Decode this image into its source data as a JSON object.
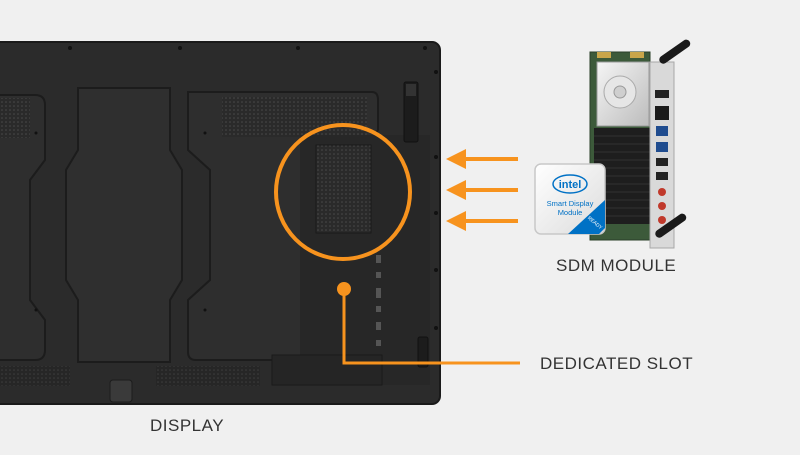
{
  "labels": {
    "display": "DISPLAY",
    "sdm_module": "SDM MODULE",
    "dedicated_slot": "DEDICATED SLOT"
  },
  "badge": {
    "brand": "intel",
    "line1": "Smart Display",
    "line2": "Module",
    "ready": "READY"
  },
  "colors": {
    "background": "#f0f0f0",
    "display_body": "#2b2b2b",
    "accent_orange": "#f7931e",
    "intel_blue": "#0071c5",
    "pcb_green": "#3c5a3a",
    "heatsink": "#1e1e1e",
    "bracket": "#d9d9d9"
  },
  "icons": [
    "intel-logo-icon",
    "arrow-left-icon"
  ]
}
